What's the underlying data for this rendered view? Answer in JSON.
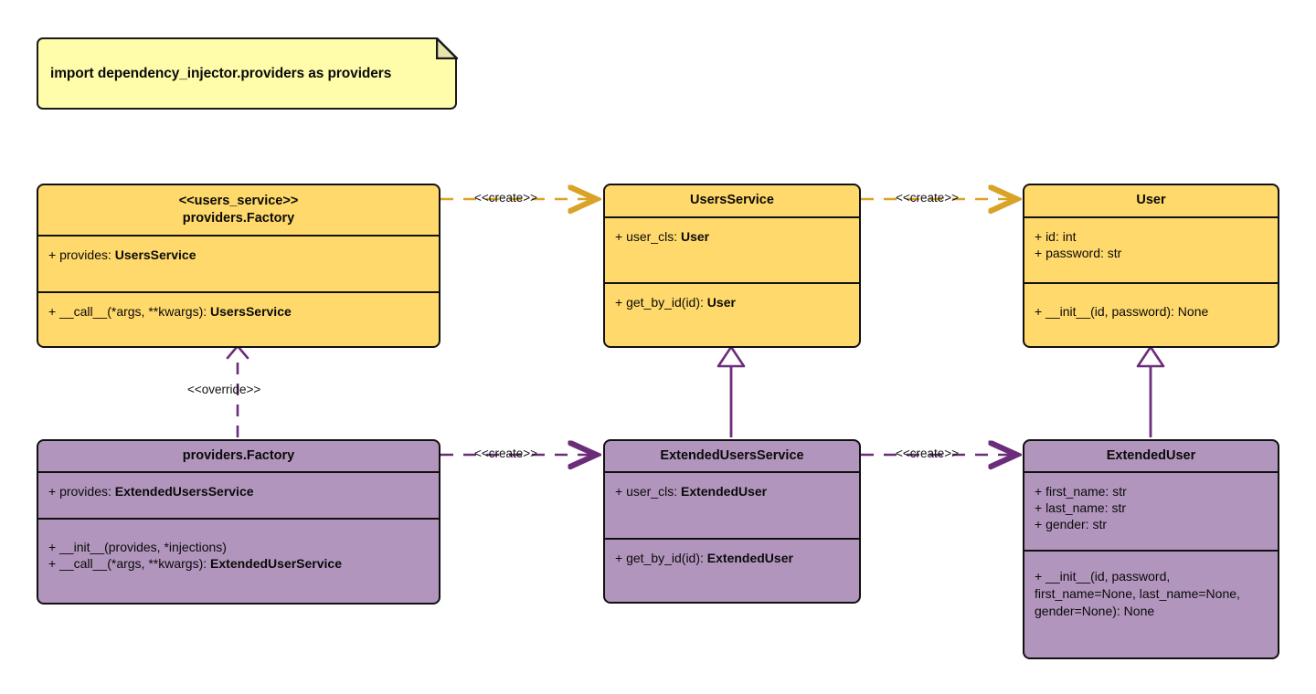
{
  "diagram": {
    "title": "Dependency Injector providers UML class diagram",
    "colors": {
      "note_fill": "#FFFCAA",
      "base_fill": "#FFD96B",
      "extended_fill": "#B195BC",
      "stroke": "#111111",
      "create_base_line": "#D9A327",
      "create_extended_line": "#6B2D7A"
    },
    "note": {
      "text": "import dependency_injector.providers as providers"
    },
    "classes": [
      {
        "id": "users-service-factory",
        "stereotype": "<<users_service>>",
        "name": "providers.Factory",
        "attributes": [
          "+ provides: UsersService"
        ],
        "methods": [
          "+ __call__(*args, **kwargs): UsersService"
        ],
        "style": "base"
      },
      {
        "id": "users-service",
        "stereotype": "",
        "name": "UsersService",
        "attributes": [
          "+ user_cls: User"
        ],
        "methods": [
          "+ get_by_id(id): User"
        ],
        "style": "base"
      },
      {
        "id": "user",
        "stereotype": "",
        "name": "User",
        "attributes": [
          "+ id: int",
          "+ password: str"
        ],
        "methods": [
          "+ __init__(id, password): None"
        ],
        "style": "base"
      },
      {
        "id": "extended-factory",
        "stereotype": "",
        "name": "providers.Factory",
        "attributes": [
          "+ provides: ExtendedUsersService"
        ],
        "methods": [
          "+ __init__(provides, *injections)",
          "+ __call__(*args, **kwargs): ExtendedUserService"
        ],
        "style": "extended"
      },
      {
        "id": "extended-users-service",
        "stereotype": "",
        "name": "ExtendedUsersService",
        "attributes": [
          "+ user_cls: ExtendedUser"
        ],
        "methods": [
          "+ get_by_id(id): ExtendedUser"
        ],
        "style": "extended"
      },
      {
        "id": "extended-user",
        "stereotype": "",
        "name": "ExtendedUser",
        "attributes": [
          "+ first_name: str",
          "+ last_name: str",
          "+ gender: str"
        ],
        "methods": [
          "+ __init__(id, password, first_name=None, last_name=None, gender=None): None"
        ],
        "style": "extended"
      }
    ],
    "connectors": [
      {
        "id": "create-1",
        "label": "<<create>>",
        "kind": "dependency",
        "color": "#D9A327",
        "from": "users-service-factory",
        "to": "users-service"
      },
      {
        "id": "create-2",
        "label": "<<create>>",
        "kind": "dependency",
        "color": "#D9A327",
        "from": "users-service",
        "to": "user"
      },
      {
        "id": "override",
        "label": "<<override>>",
        "kind": "dependency",
        "color": "#6B2D7A",
        "from": "extended-factory",
        "to": "users-service-factory"
      },
      {
        "id": "inherit-1",
        "label": "",
        "kind": "generalization",
        "color": "#6B2D7A",
        "from": "extended-users-service",
        "to": "users-service"
      },
      {
        "id": "inherit-2",
        "label": "",
        "kind": "generalization",
        "color": "#6B2D7A",
        "from": "extended-user",
        "to": "user"
      },
      {
        "id": "create-3",
        "label": "<<create>>",
        "kind": "dependency",
        "color": "#6B2D7A",
        "from": "extended-factory",
        "to": "extended-users-service"
      },
      {
        "id": "create-4",
        "label": "<<create>>",
        "kind": "dependency",
        "color": "#6B2D7A",
        "from": "extended-users-service",
        "to": "extended-user"
      }
    ]
  }
}
